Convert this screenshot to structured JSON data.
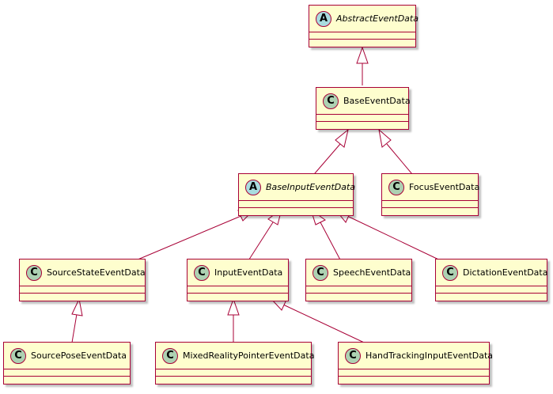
{
  "classes": {
    "abstract_event_data": {
      "name": "AbstractEventData",
      "stereotype": "A"
    },
    "base_event_data": {
      "name": "BaseEventData",
      "stereotype": "C"
    },
    "base_input_event_data": {
      "name": "BaseInputEventData",
      "stereotype": "A"
    },
    "focus_event_data": {
      "name": "FocusEventData",
      "stereotype": "C"
    },
    "source_state_event_data": {
      "name": "SourceStateEventData",
      "stereotype": "C"
    },
    "input_event_data": {
      "name": "InputEventData",
      "stereotype": "C"
    },
    "speech_event_data": {
      "name": "SpeechEventData",
      "stereotype": "C"
    },
    "dictation_event_data": {
      "name": "DictationEventData",
      "stereotype": "C"
    },
    "source_pose_event_data": {
      "name": "SourcePoseEventData",
      "stereotype": "C"
    },
    "mixed_reality_pointer_event_data": {
      "name": "MixedRealityPointerEventData",
      "stereotype": "C"
    },
    "hand_tracking_input_event_data": {
      "name": "HandTrackingInputEventData",
      "stereotype": "C"
    }
  },
  "colors": {
    "node_fill": "#FEFECE",
    "border": "#A80036",
    "class_badge": "#ADD1B2",
    "abstract_badge": "#A9DCDF"
  }
}
